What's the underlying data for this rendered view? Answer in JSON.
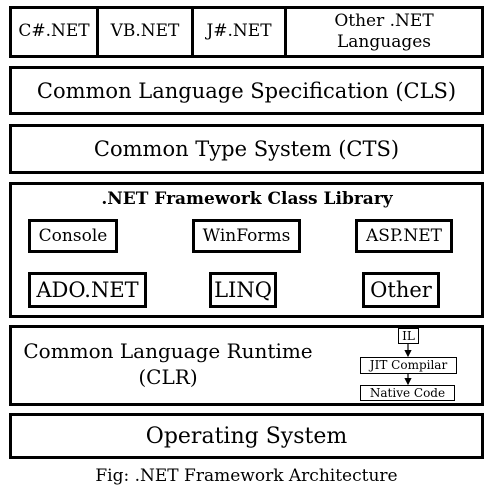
{
  "languages": [
    "C#.NET",
    "VB.NET",
    "J#.NET",
    "Other .NET Languages"
  ],
  "cls": "Common Language Specification (CLS)",
  "cts": "Common Type System (CTS)",
  "library": {
    "title": ".NET Framework Class Library",
    "components": [
      "Console",
      "WinForms",
      "ASP.NET",
      "ADO.NET",
      "LINQ",
      "Other"
    ]
  },
  "clr": {
    "title_line1": "Common Language Runtime",
    "title_line2": "(CLR)",
    "il": "IL",
    "jit": "JIT Compilar",
    "native": "Native Code"
  },
  "os": "Operating System",
  "caption": "Fig: .NET Framework Architecture"
}
